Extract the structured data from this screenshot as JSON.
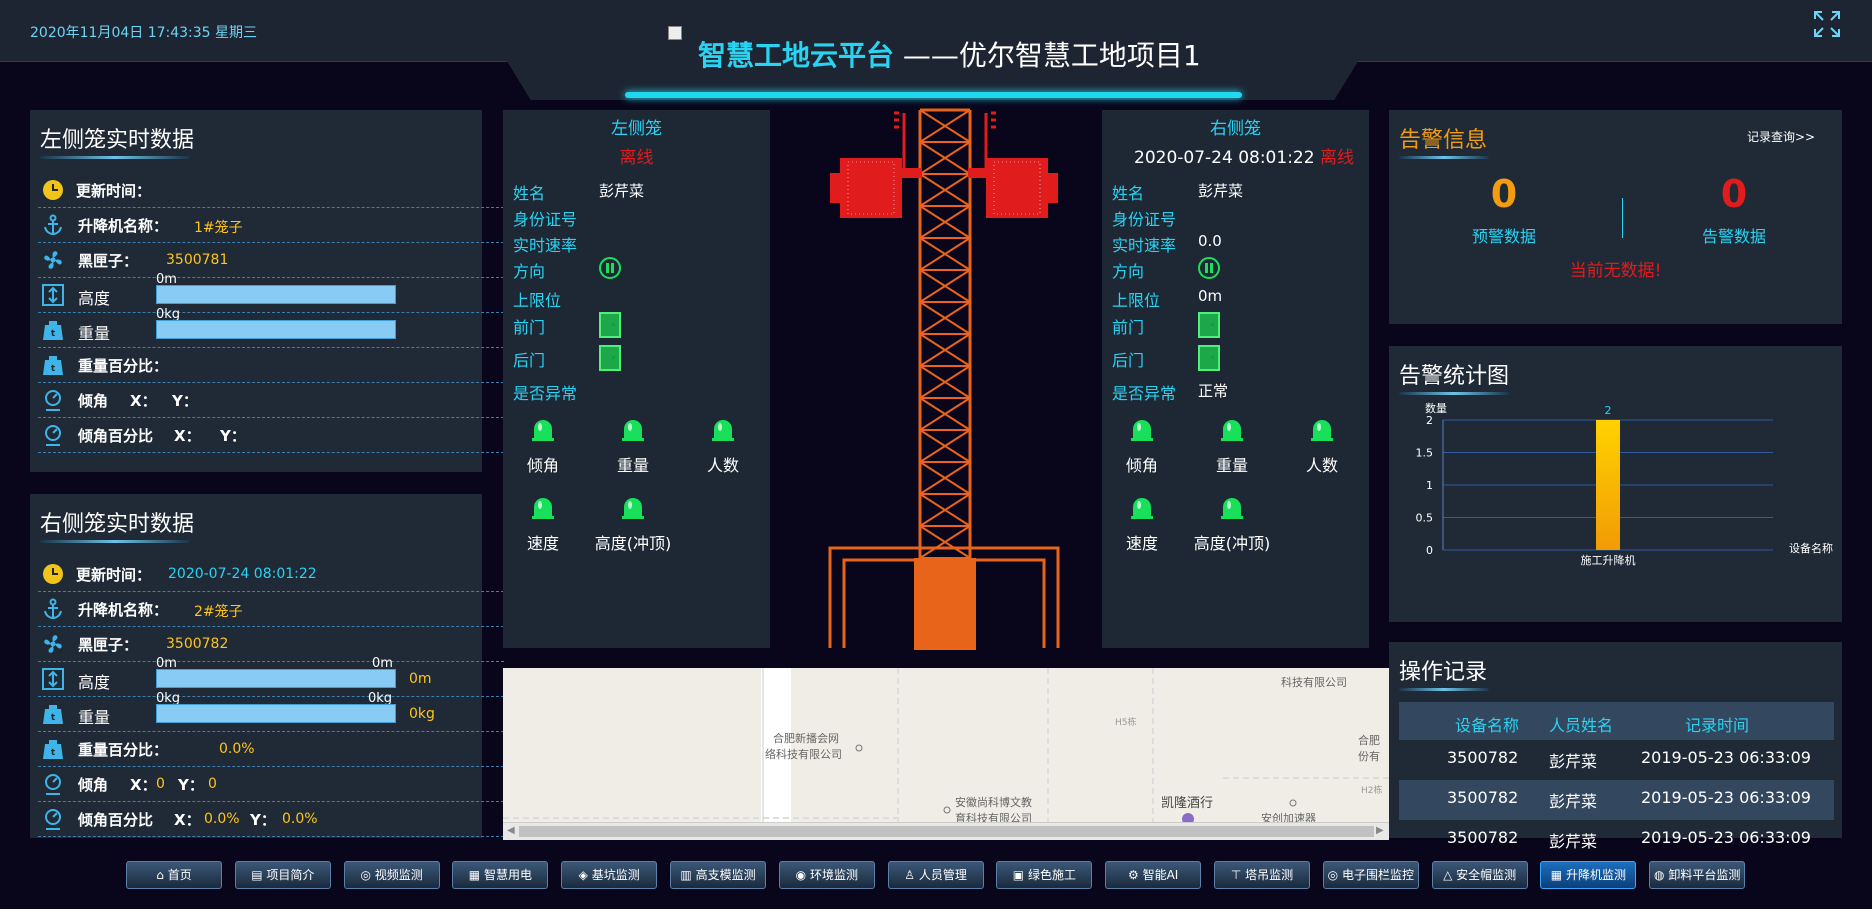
{
  "header": {
    "datetime": "2020年11月04日 17:43:35 星期三",
    "title_main": "智慧工地云平台",
    "title_sub": "——优尔智慧工地项目1"
  },
  "left_panel": {
    "title": "左侧笼实时数据",
    "update_label": "更新时间：",
    "update_value": "",
    "name_label": "升降机名称：",
    "name_value": "1#笼子",
    "box_label": "黑匣子：",
    "box_value": "3500781",
    "height_label": "高度",
    "height_bar_label": "0m",
    "weight_label": "重量",
    "weight_bar_label": "0kg",
    "weightpct_label": "重量百分比：",
    "tilt_label": "倾角",
    "tilt_x": "X：",
    "tilt_y": "Y：",
    "tiltpct_label": "倾角百分比",
    "tiltpct_x": "X：",
    "tiltpct_y": "Y："
  },
  "right_panel": {
    "title": "右侧笼实时数据",
    "update_label": "更新时间：",
    "update_value": "2020-07-24 08:01:22",
    "name_label": "升降机名称：",
    "name_value": "2#笼子",
    "box_label": "黑匣子：",
    "box_value": "3500782",
    "height_label": "高度",
    "height_bar_left": "0m",
    "height_bar_right": "0m",
    "height_value": "0m",
    "weight_label": "重量",
    "weight_bar_left": "0kg",
    "weight_bar_right": "0kg",
    "weight_value": "0kg",
    "weightpct_label": "重量百分比：",
    "weightpct_value": "0.0%",
    "tilt_label": "倾角",
    "tilt_x": "X：",
    "tilt_x_val": "0",
    "tilt_y": "Y：",
    "tilt_y_val": "0",
    "tiltpct_label": "倾角百分比",
    "tiltpct_x": "X：",
    "tiltpct_x_val": "0.0%",
    "tiltpct_y": "Y：",
    "tiltpct_y_val": "0.0%"
  },
  "left_cage": {
    "title": "左侧笼",
    "status": "离线",
    "fields": [
      {
        "label": "姓名",
        "value": "彭芹菜"
      },
      {
        "label": "身份证号",
        "value": ""
      },
      {
        "label": "实时速率",
        "value": ""
      },
      {
        "label": "方向",
        "value": ""
      },
      {
        "label": "上限位",
        "value": ""
      },
      {
        "label": "前门",
        "value": ""
      },
      {
        "label": "后门",
        "value": ""
      },
      {
        "label": "是否异常",
        "value": ""
      }
    ],
    "lights": [
      "倾角",
      "重量",
      "人数",
      "速度",
      "高度(冲顶)"
    ]
  },
  "right_cage": {
    "title": "右侧笼",
    "time": "2020-07-24 08:01:22",
    "status": "离线",
    "fields": [
      {
        "label": "姓名",
        "value": "彭芹菜"
      },
      {
        "label": "身份证号",
        "value": ""
      },
      {
        "label": "实时速率",
        "value": "0.0"
      },
      {
        "label": "方向",
        "value": ""
      },
      {
        "label": "上限位",
        "value": "0m"
      },
      {
        "label": "前门",
        "value": ""
      },
      {
        "label": "后门",
        "value": ""
      },
      {
        "label": "是否异常",
        "value": "正常"
      }
    ],
    "lights": [
      "倾角",
      "重量",
      "人数",
      "速度",
      "高度(冲顶)"
    ]
  },
  "alarm": {
    "title": "告警信息",
    "query_link": "记录查询>>",
    "warn_count": "0",
    "warn_label": "预警数据",
    "alarm_count": "0",
    "alarm_label": "告警数据",
    "empty_text": "当前无数据!"
  },
  "stats": {
    "title": "告警统计图"
  },
  "chart_data": {
    "type": "bar",
    "categories": [
      "施工升降机"
    ],
    "values": [
      2
    ],
    "ylabel": "数量",
    "xlabel": "设备名称",
    "ylim": [
      0,
      2
    ],
    "yticks": [
      "0",
      "0.5",
      "1",
      "1.5",
      "2"
    ],
    "data_labels": [
      "2"
    ],
    "grid": true,
    "colors": [
      "#ffd200",
      "#f19b05"
    ]
  },
  "map": {
    "labels": [
      "合肥新播会网",
      "络科技有限公司",
      "安徽尚科博文教",
      "育科技有限公司",
      "凯隆酒行",
      "安创加速器",
      "H5栋",
      "H2栋",
      "科技有限公司",
      "合肥",
      "份有"
    ]
  },
  "ops": {
    "title": "操作记录",
    "headers": [
      "设备名称",
      "人员姓名",
      "记录时间"
    ],
    "rows": [
      [
        "3500782",
        "彭芹菜",
        "2019-05-23 06:33:09"
      ],
      [
        "3500782",
        "彭芹菜",
        "2019-05-23 06:33:09"
      ],
      [
        "3500782",
        "彭芹菜",
        "2019-05-23 06:33:09"
      ]
    ]
  },
  "nav": [
    "首页",
    "项目简介",
    "视频监测",
    "智慧用电",
    "基坑监测",
    "高支模监测",
    "环境监测",
    "人员管理",
    "绿色施工",
    "智能AI",
    "塔吊监测",
    "电子围栏监控",
    "安全帽监测",
    "升降机监测",
    "卸料平台监测"
  ],
  "colors": {
    "accent": "#29d3f2",
    "warning": "#ffc41b",
    "danger": "#e01c1c",
    "orange": "#f39c12",
    "tower": "#e8641a",
    "light_green": "#19e05a"
  }
}
